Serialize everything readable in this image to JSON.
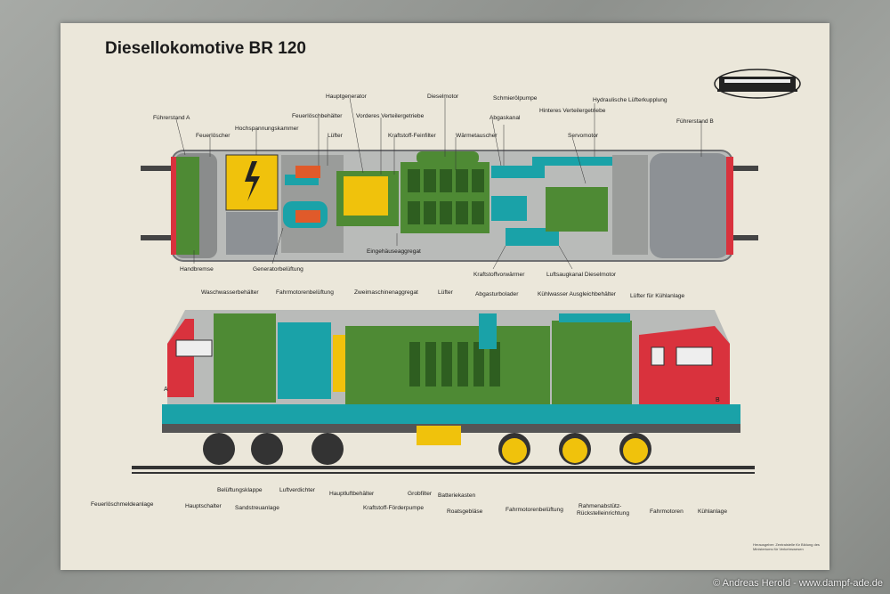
{
  "title": "Diesellokomotive BR 120",
  "credit": "© Andreas Herold - www.dampf-ade.de",
  "publisher": "Herausgeber: Zentralstelle für Bildung des Ministeriums für Verkehrswesen",
  "colors": {
    "green": "#4e8a34",
    "cyan": "#1aa2a8",
    "yellow": "#f0c20c",
    "red": "#d9323d",
    "grey": "#8d9195",
    "dark": "#2a2a2a"
  },
  "labels": {
    "fuehrerstand_a": "Führerstand A",
    "feuerloescher": "Feuerlöscher",
    "hochspannungskammer": "Hochspannungskammer",
    "feuerloeschbehaelter": "Feuerlöschbehälter",
    "hauptgenerator": "Hauptgenerator",
    "vorderes_verteilergetriebe": "Vorderes Verteilergetriebe",
    "luefter1": "Lüfter",
    "dieselmotor": "Dieselmotor",
    "kraftstoff_feinfilter": "Kraftstoff-Feinfilter",
    "schmieroelpumpe": "Schmierölpumpe",
    "abgaskanal": "Abgaskanal",
    "waermetauscher": "Wärmetauscher",
    "hinteres_verteilergetriebe": "Hinteres Verteilergetriebe",
    "servomotor": "Servomotor",
    "hydraulische_luefterkupplung": "Hydraulische Lüfterkupplung",
    "fuehrerstand_b": "Führerstand B",
    "handbremse": "Handbremse",
    "generatorbelueftung": "Generatorbelüftung",
    "eingehaeuseaggregat": "Eingehäuseaggregat",
    "kraftstoffvorwaermer": "Kraftstoffvorwärmer",
    "luftsaugkanal": "Luftsaugkanal Dieselmotor",
    "waschwasserbehaelter": "Waschwasserbehälter",
    "fahrmotorenbelueftung1": "Fahrmotorenbelüftung",
    "zweimaschinenaggregat": "Zweimaschinenaggregat",
    "luefter2": "Lüfter",
    "abgasturbolader": "Abgasturbolader",
    "kuehlwasser": "Kühlwasser Ausgleichbehälter",
    "luefter_kuehlanlage": "Lüfter für Kühlanlage",
    "feuerloeschmeldeanlage": "Feuerlöschmeldeanlage",
    "belueftungsklappe": "Belüftungsklappe",
    "luftverdichter": "Luftverdichter",
    "hauptluftbehaelter": "Hauptluftbehälter",
    "grobfilter": "Grobfilter",
    "batteriekasten": "Batteriekasten",
    "hauptschalter": "Hauptschalter",
    "sandstreuanlage": "Sandstreuanlage",
    "kraftstoff_foerderpumpe": "Kraftstoff-Förderpumpe",
    "roatsgeblaese": "Roatsgebläse",
    "fahrmotorenbelueftung2": "Fahrmotorenbelüftung",
    "rahmenabstuetz": "Rahmenabstütz-",
    "rueckstelleinrichtung": "Rückstelleinrichtung",
    "fahrmotoren": "Fahrmotoren",
    "kuehlanlage": "Kühlanlage",
    "end_a": "A",
    "end_b": "B"
  }
}
